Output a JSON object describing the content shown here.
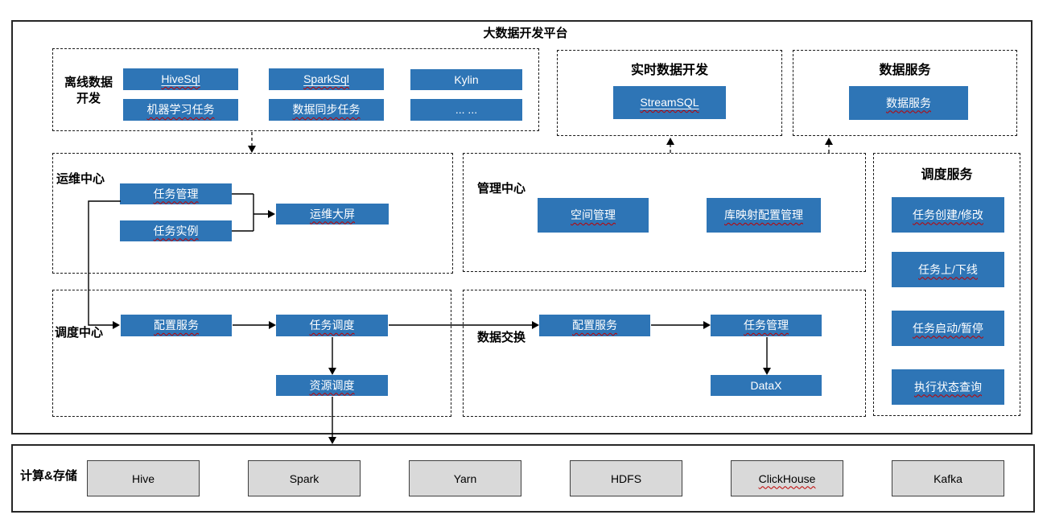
{
  "title": "大数据开发平台",
  "colors": {
    "accent_blue": "#2E75B6",
    "box_gray": "#D9D9D9",
    "squiggle_red": "#C00000",
    "border_dark": "#262626"
  },
  "sections": {
    "offline": {
      "label": "离线数据开发",
      "items": [
        {
          "label": "HiveSql"
        },
        {
          "label": "SparkSql"
        },
        {
          "label": "Kylin"
        },
        {
          "label": "机器学习任务"
        },
        {
          "label": "数据同步任务"
        },
        {
          "label": "... ..."
        }
      ]
    },
    "realtime": {
      "label": "实时数据开发",
      "items": [
        {
          "label": "StreamSQL"
        }
      ]
    },
    "data_service": {
      "label": "数据服务",
      "items": [
        {
          "label": "数据服务"
        }
      ]
    },
    "ops_center": {
      "label": "运维中心",
      "items": [
        {
          "label": "任务管理"
        },
        {
          "label": "任务实例"
        },
        {
          "label": "运维大屏"
        }
      ]
    },
    "mgmt_center": {
      "label": "管理中心",
      "items": [
        {
          "label": "空间管理"
        },
        {
          "label": "库映射配置管理"
        }
      ]
    },
    "sched_service": {
      "label": "调度服务",
      "items": [
        {
          "label": "任务创建/修改"
        },
        {
          "label": "任务上/下线"
        },
        {
          "label": "任务启动/暂停"
        },
        {
          "label": "执行状态查询"
        }
      ]
    },
    "sched_center": {
      "label": "调度中心",
      "items": [
        {
          "label": "配置服务"
        },
        {
          "label": "任务调度"
        },
        {
          "label": "资源调度"
        }
      ]
    },
    "data_exchange": {
      "label": "数据交换",
      "items": [
        {
          "label": "配置服务"
        },
        {
          "label": "任务管理"
        },
        {
          "label": "DataX"
        }
      ]
    },
    "compute_storage": {
      "label": "计算&存储",
      "items": [
        {
          "label": "Hive"
        },
        {
          "label": "Spark"
        },
        {
          "label": "Yarn"
        },
        {
          "label": "HDFS"
        },
        {
          "label": "ClickHouse"
        },
        {
          "label": "Kafka"
        }
      ]
    }
  }
}
